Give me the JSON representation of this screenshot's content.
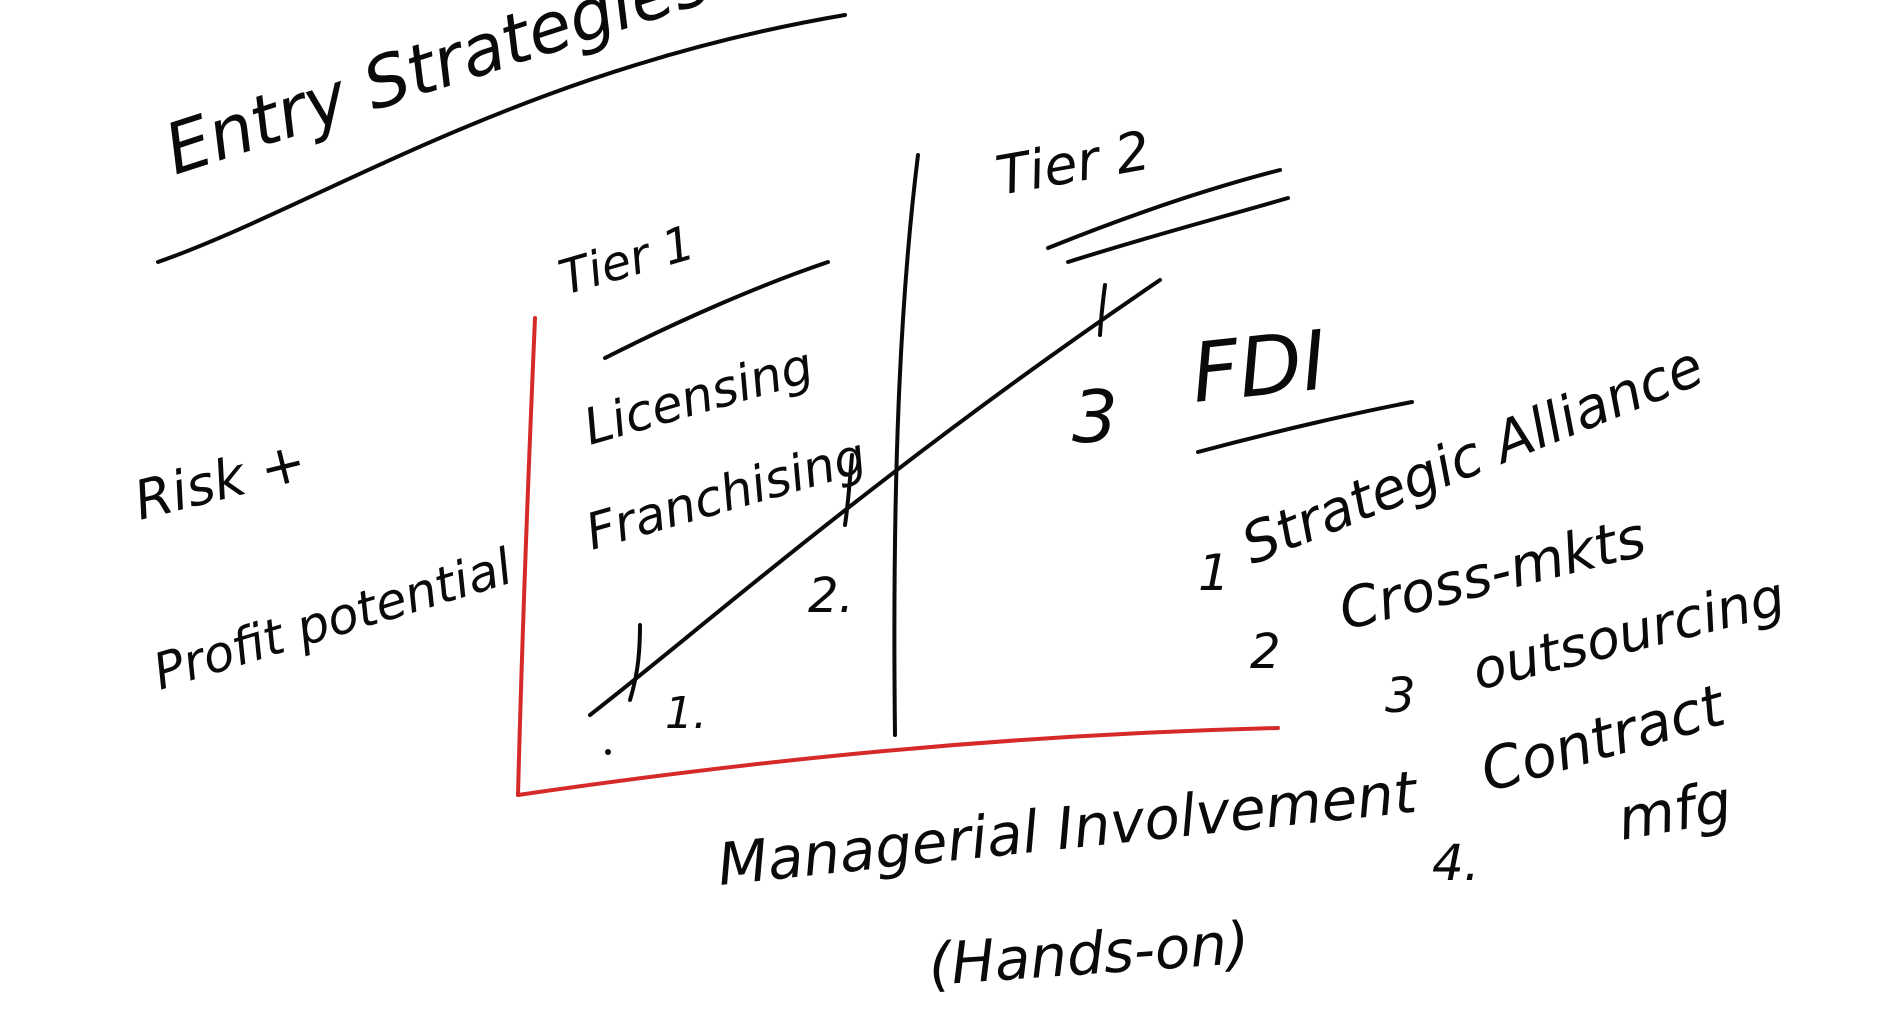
{
  "board": {
    "title": "Entry Strategies",
    "tiers": {
      "tier1": "Tier 1",
      "tier2": "Tier 2"
    },
    "y_axis_label": {
      "line1": "Risk +",
      "line2": "Profit potential"
    },
    "x_axis_label": {
      "line1": "Managerial Involvement",
      "line2": "(Hands-on)"
    },
    "tier1_items": [
      "Licensing",
      "Franchising"
    ],
    "trend_points": [
      "1.",
      "2.",
      "3"
    ],
    "fdi_label": "FDI",
    "fdi_list": [
      {
        "num": "1",
        "text": "Strategic Alliance"
      },
      {
        "num": "2",
        "text": "Cross-mkts"
      },
      {
        "num": "3",
        "text": "outsourcing"
      },
      {
        "num": "",
        "text": "Contract"
      },
      {
        "num": "4.",
        "text": "mfg"
      }
    ],
    "colors": {
      "ink": "#0a0a0a",
      "axes": "#d62a2a",
      "background": "#ffffff"
    }
  }
}
